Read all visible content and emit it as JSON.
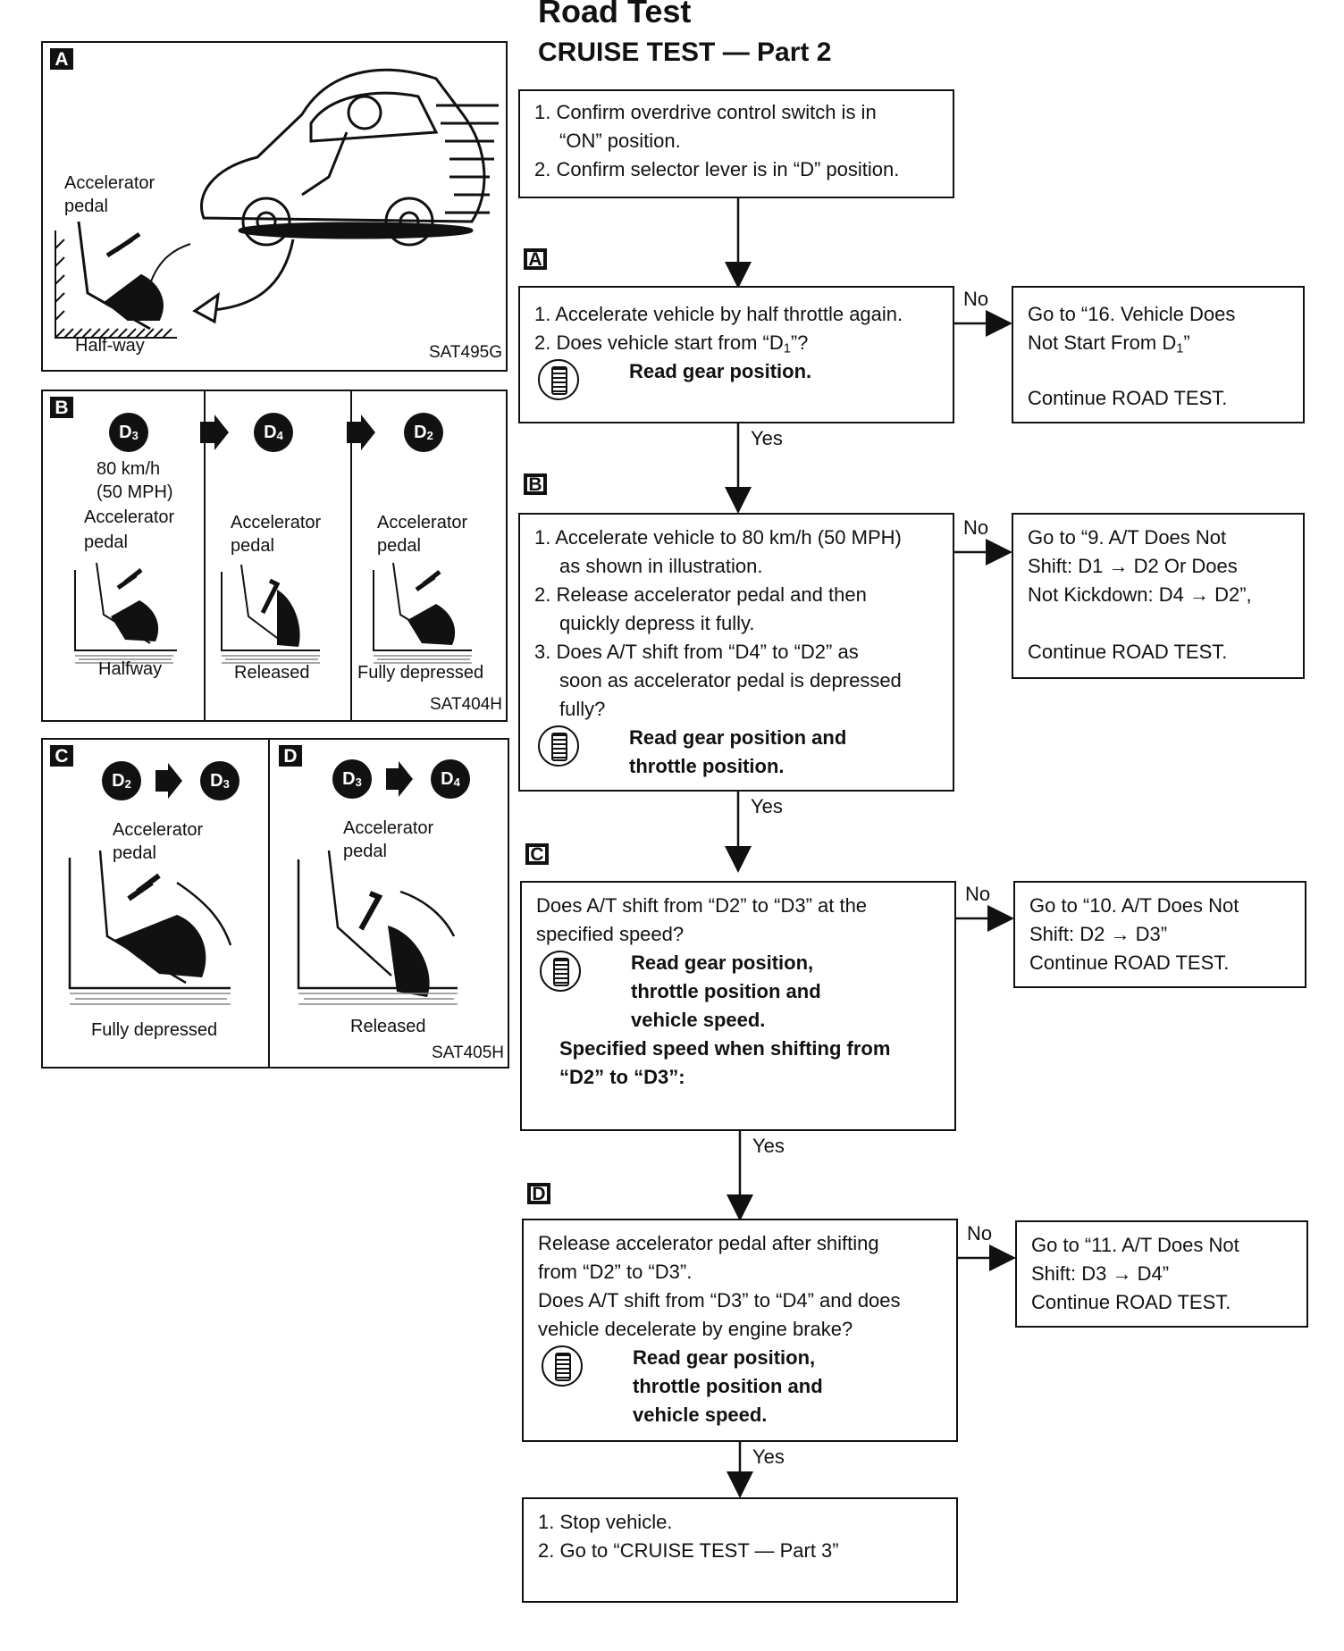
{
  "page": {
    "title": "Road Test",
    "subtitle": "CRUISE TEST — Part 2"
  },
  "illustrations": {
    "a": {
      "letter": "A",
      "label_pedal_1": "Accelerator",
      "label_pedal_2": "pedal",
      "label_state": "Half-way",
      "code": "SAT495G"
    },
    "b": {
      "letter": "B",
      "gears": [
        "D3",
        "D4",
        "D2"
      ],
      "speed_1": "80 km/h",
      "speed_2": "(50 MPH)",
      "panels": [
        {
          "pedal_1": "Accelerator",
          "pedal_2": "pedal",
          "state": "Halfway"
        },
        {
          "pedal_1": "Accelerator",
          "pedal_2": "pedal",
          "state": "Released"
        },
        {
          "pedal_1": "Accelerator",
          "pedal_2": "pedal",
          "state": "Fully depressed"
        }
      ],
      "code": "SAT404H"
    },
    "cd": {
      "c_letter": "C",
      "d_letter": "D",
      "c_gears": [
        "D2",
        "D3"
      ],
      "d_gears": [
        "D3",
        "D4"
      ],
      "c_pedal_1": "Accelerator",
      "c_pedal_2": "pedal",
      "c_state": "Fully depressed",
      "d_pedal_1": "Accelerator",
      "d_pedal_2": "pedal",
      "d_state": "Released",
      "code": "SAT405H"
    }
  },
  "flow": {
    "start": {
      "line1": "1. Confirm overdrive control switch is in",
      "line2": "“ON” position.",
      "line3": "2. Confirm selector lever is in “D” position."
    },
    "letters": [
      "A",
      "B",
      "C",
      "D"
    ],
    "yes_label": "Yes",
    "no_label": "No",
    "step_a": {
      "line1": "1. Accelerate vehicle by half throttle again.",
      "line2": "2. Does vehicle start from “D",
      "line2_sub": "1",
      "line2_end": "”?",
      "consult": "Read gear position."
    },
    "result_a": {
      "line1": "Go to “16. Vehicle Does",
      "line2": "Not Start From D",
      "line2_sub": "1",
      "line2_end": "”",
      "line3": "Continue ROAD TEST."
    },
    "step_b": {
      "line1": "1. Accelerate vehicle to 80 km/h (50 MPH)",
      "line2": "as shown in illustration.",
      "line3": "2. Release accelerator pedal and then",
      "line4": "quickly depress it fully.",
      "line5": "3. Does A/T shift from “D4” to “D2” as",
      "line6": "soon as accelerator pedal is depressed",
      "line7": "fully?",
      "consult1": "Read gear position and",
      "consult2": "throttle position."
    },
    "result_b": {
      "line1": "Go to “9. A/T Does Not",
      "line2": "Shift: D1 → D2 Or Does",
      "line3": "Not Kickdown: D4 → D2”,",
      "line4": "Continue ROAD TEST."
    },
    "step_c": {
      "line1": "Does A/T shift from “D2” to “D3” at the",
      "line2": "specified speed?",
      "consult1": "Read gear position,",
      "consult2": "throttle position and",
      "consult3": "vehicle speed.",
      "spec1": "Specified speed when shifting from",
      "spec2": "“D2” to “D3”:"
    },
    "result_c": {
      "line1": "Go to “10. A/T Does Not",
      "line2": "Shift: D2 → D3”",
      "line3": "Continue ROAD TEST."
    },
    "step_d": {
      "line1": "Release accelerator pedal after shifting",
      "line2": "from “D2” to “D3”.",
      "line3": "Does A/T shift from “D3” to “D4” and does",
      "line4": "vehicle decelerate by engine brake?",
      "consult1": "Read gear position,",
      "consult2": "throttle position and",
      "consult3": "vehicle speed."
    },
    "result_d": {
      "line1": "Go to “11. A/T Does Not",
      "line2": "Shift: D3 → D4”",
      "line3": "Continue ROAD TEST."
    },
    "end": {
      "line1": "1. Stop vehicle.",
      "line2": "2. Go to “CRUISE TEST — Part 3”"
    }
  }
}
